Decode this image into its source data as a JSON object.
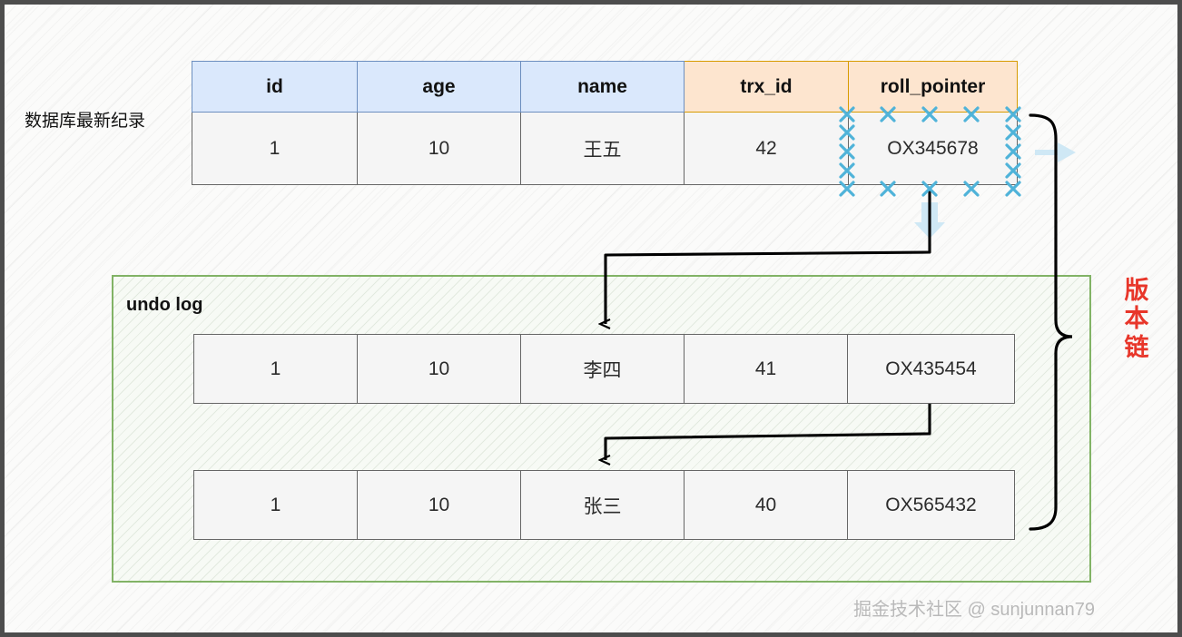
{
  "diagram": {
    "caption_left": "数据库最新纪录",
    "undo_log_title": "undo log",
    "version_chain_label": "版本链",
    "watermark": "掘金技术社区 @ sunjunnan79",
    "colors": {
      "header_blue_fill": "#DAE8FC",
      "header_blue_border": "#6C8EBF",
      "header_orange_fill": "#FDE5CF",
      "header_orange_border": "#D79B00",
      "cell_fill": "#F5F5F5",
      "cell_border": "#666666",
      "undo_box_border": "#82B366",
      "version_label_color": "#E8362A",
      "selection_marker": "#4FB3D9",
      "hint_arrow": "#CFE8F5",
      "arrow_stroke": "#000000"
    }
  },
  "main_table": {
    "headers": [
      "id",
      "age",
      "name",
      "trx_id",
      "roll_pointer"
    ],
    "row": [
      "1",
      "10",
      "王五",
      "42",
      "OX345678"
    ]
  },
  "undo_log": {
    "rows": [
      [
        "1",
        "10",
        "李四",
        "41",
        "OX435454"
      ],
      [
        "1",
        "10",
        "张三",
        "40",
        "OX565432"
      ]
    ]
  }
}
